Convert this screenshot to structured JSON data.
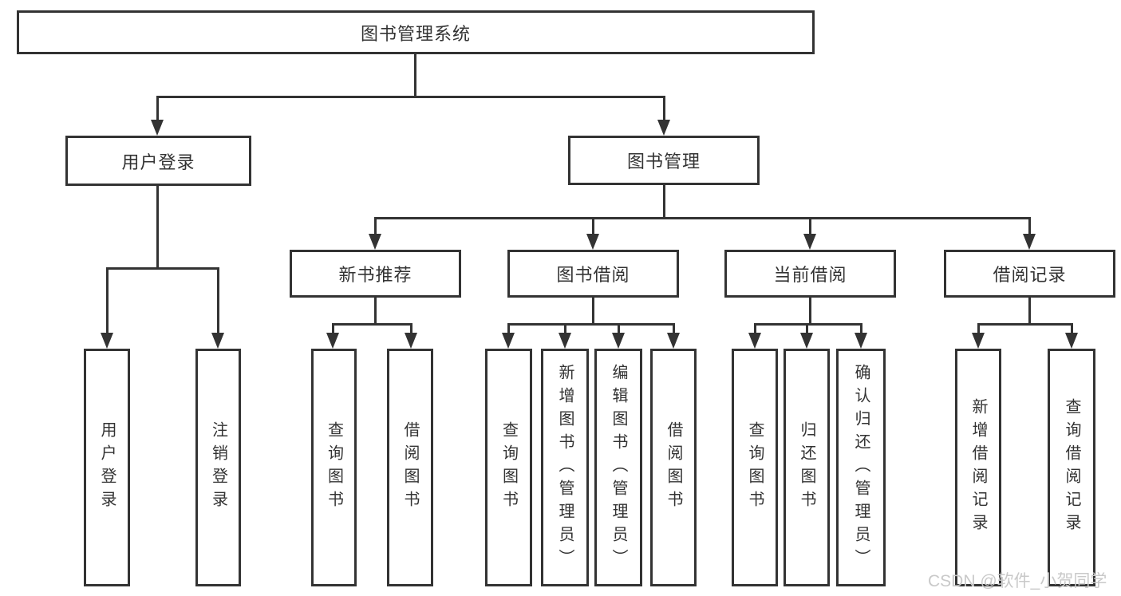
{
  "diagram": {
    "root": "图书管理系统",
    "user_login": {
      "label": "用户登录",
      "children": [
        "用户登录",
        "注销登录"
      ]
    },
    "book_mgmt": {
      "label": "图书管理",
      "sections": [
        {
          "label": "新书推荐",
          "children": [
            "查询图书",
            "借阅图书"
          ]
        },
        {
          "label": "图书借阅",
          "children": [
            "查询图书",
            "新增图书（管理员）",
            "编辑图书（管理员）",
            "借阅图书"
          ]
        },
        {
          "label": "当前借阅",
          "children": [
            "查询图书",
            "归还图书",
            "确认归还（管理员）"
          ]
        },
        {
          "label": "借阅记录",
          "children": [
            "新增借阅记录",
            "查询借阅记录"
          ]
        }
      ]
    }
  },
  "watermark": "CSDN @软件_小贺同学",
  "colors": {
    "line": "#333333",
    "text": "#333333",
    "box_bg": "#ffffff",
    "watermark": "#c9c9c9"
  }
}
